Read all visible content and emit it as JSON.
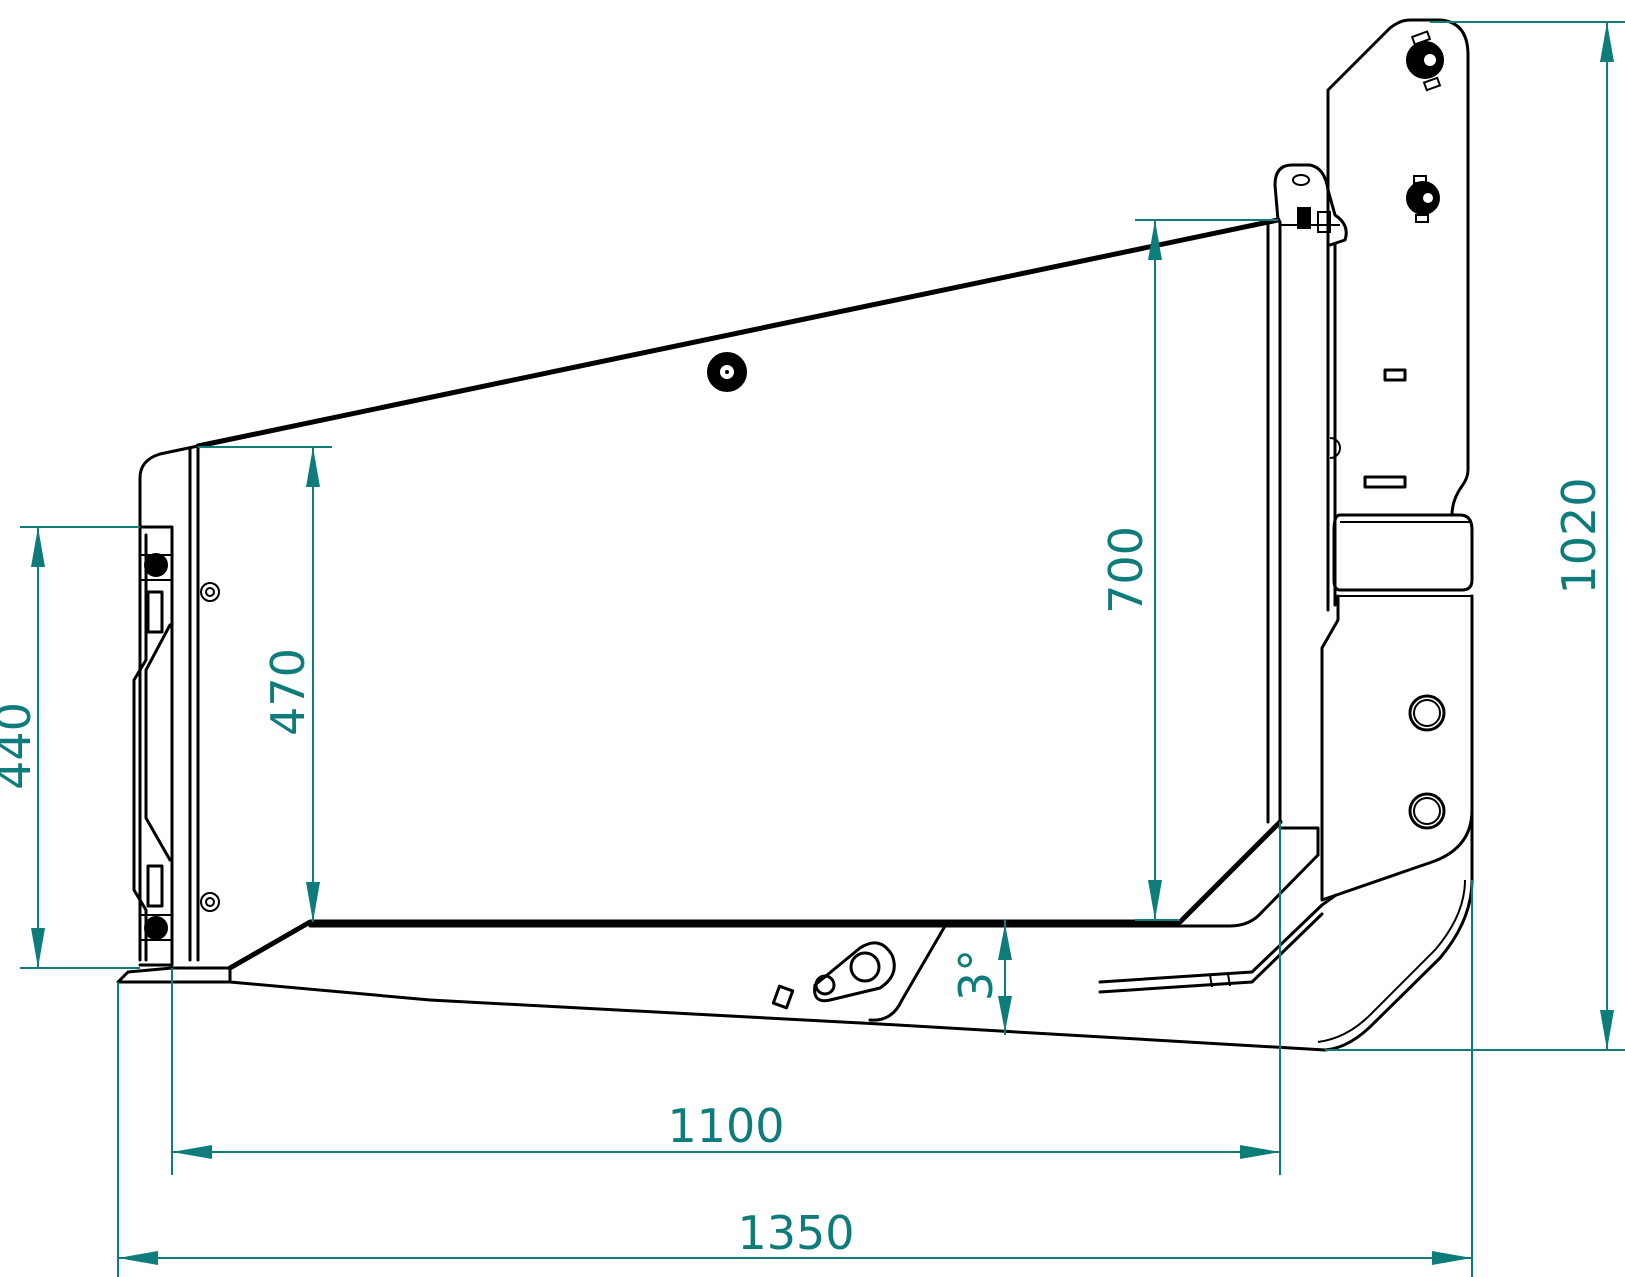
{
  "colors": {
    "dimension": "#0e7c7b",
    "outline": "#000000",
    "background": "#ffffff"
  },
  "dimensions": {
    "height_total": "1020",
    "height_front": "700",
    "height_inner": "470",
    "height_rear": "440",
    "angle": "3°",
    "width_inner": "1100",
    "width_total": "1350"
  }
}
